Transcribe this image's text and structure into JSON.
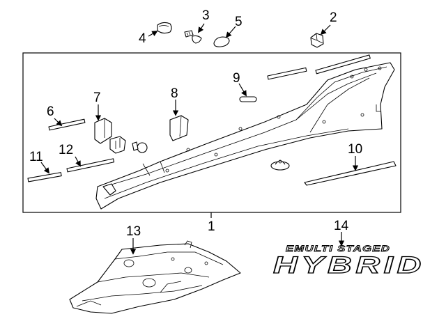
{
  "callouts": {
    "c1": "1",
    "c2": "2",
    "c3": "3",
    "c4": "4",
    "c5": "5",
    "c6": "6",
    "c7": "7",
    "c8": "8",
    "c9": "9",
    "c10": "10",
    "c11": "11",
    "c12": "12",
    "c13": "13",
    "c14": "14"
  },
  "badge": {
    "small_text": "EMULTI STAGED",
    "large_text": "HYBRID"
  }
}
